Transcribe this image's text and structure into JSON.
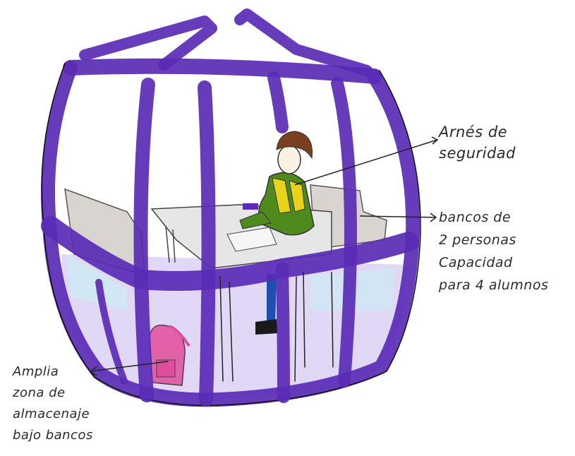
{
  "annotations": {
    "harness": {
      "lines": [
        "Arnés de",
        "seguridad"
      ]
    },
    "benches": {
      "lines": [
        "bancos de",
        "2 personas",
        "Capacidad",
        "para 4 alumnos"
      ]
    },
    "storage": {
      "lines": [
        "Amplia",
        "zona de",
        "almacenaje",
        "bajo bancos"
      ]
    }
  },
  "colors": {
    "frame": "#5a2bb5",
    "frame_dark": "#3d1a8a",
    "glass_lower": "#c9b8ec",
    "glass_light": "#cfe9f4",
    "bench": "#d9d4cf",
    "table": "#e6e6e6",
    "hair": "#7a3f1e",
    "vest": "#e8d21c",
    "jacket": "#4f8a1e",
    "backpack": "#e04d9b",
    "pants": "#1f4fb0"
  },
  "icons": [
    "cabin-sketch",
    "student-figure",
    "backpack-icon",
    "arrow-icon"
  ]
}
